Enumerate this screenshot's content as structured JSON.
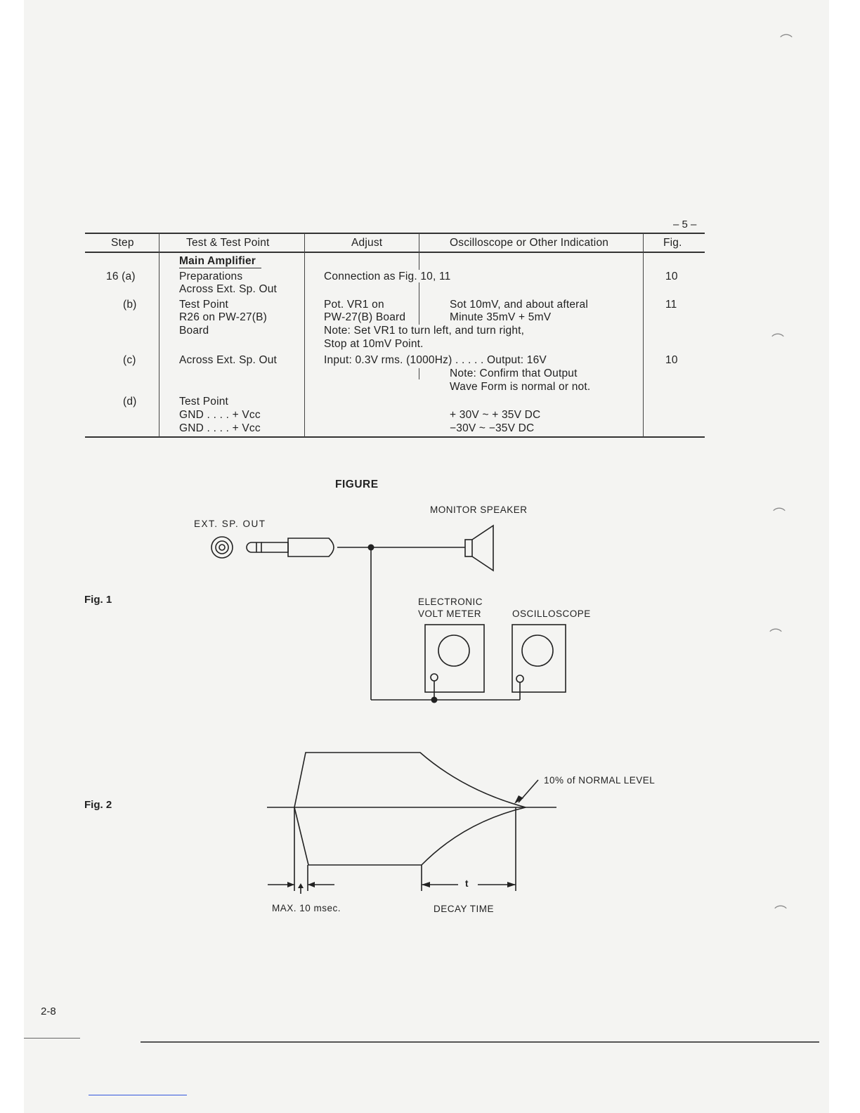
{
  "page": {
    "table_page_marker": "– 5 –",
    "footer_page_number": "2-8"
  },
  "table": {
    "headers": [
      "Step",
      "Test & Test Point",
      "Adjust",
      "Oscilloscope or Other Indication",
      "Fig."
    ],
    "section_title": "Main Amplifier",
    "rows": {
      "a": {
        "step": "16 (a)",
        "test": [
          "Preparations",
          "Across Ext. Sp. Out"
        ],
        "adjust": "Connection as Fig. 10, 11",
        "fig": "10"
      },
      "b": {
        "step": "(b)",
        "test": [
          "Test Point",
          "R26 on PW-27(B)",
          "Board"
        ],
        "adjust": [
          "Pot. VR1 on",
          "PW-27(B) Board"
        ],
        "indication": [
          "Sot 10mV, and about afteral",
          "Minute 35mV + 5mV"
        ],
        "note": [
          "Note: Set VR1 to turn left, and turn right,",
          "Stop at 10mV Point."
        ],
        "fig": "11"
      },
      "c": {
        "step": "(c)",
        "test": "Across Ext. Sp. Out",
        "adjust": "Input: 0.3V rms. (1000Hz) . . . . . Output: 16V",
        "indication": [
          "Note: Confirm that Output",
          "Wave Form is normal or not."
        ],
        "fig": "10"
      },
      "d": {
        "step": "(d)",
        "test": [
          "Test Point",
          "GND . . . . + Vcc",
          "GND . . . . + Vcc"
        ],
        "indication": [
          "+ 30V ~ + 35V DC",
          "−30V ~ −35V DC"
        ]
      }
    }
  },
  "figure": {
    "heading": "FIGURE",
    "fig1": {
      "label": "Fig. 1",
      "ext_sp_out": "EXT. SP. OUT",
      "monitor_speaker": "MONITOR SPEAKER",
      "volt_meter": [
        "ELECTRONIC",
        "VOLT METER"
      ],
      "oscilloscope": "OSCILLOSCOPE"
    },
    "fig2": {
      "label": "Fig. 2",
      "normal_level": "10% of NORMAL LEVEL",
      "max_time": "MAX. 10 msec.",
      "decay_time": "DECAY TIME",
      "t_label": "t"
    }
  }
}
